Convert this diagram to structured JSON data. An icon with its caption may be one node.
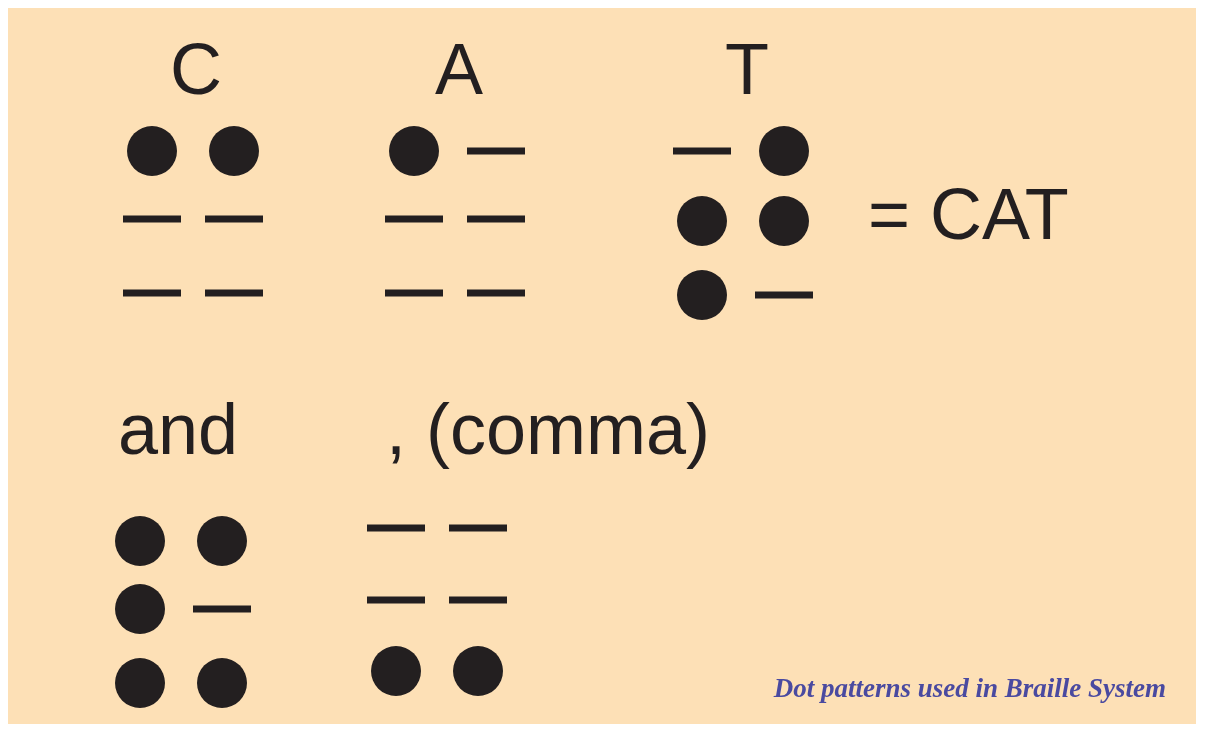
{
  "diagram": {
    "caption": "Dot patterns used in Braille System",
    "labels": [
      "C",
      "A",
      "T",
      "= CAT",
      "and",
      ", (comma)"
    ]
  }
}
